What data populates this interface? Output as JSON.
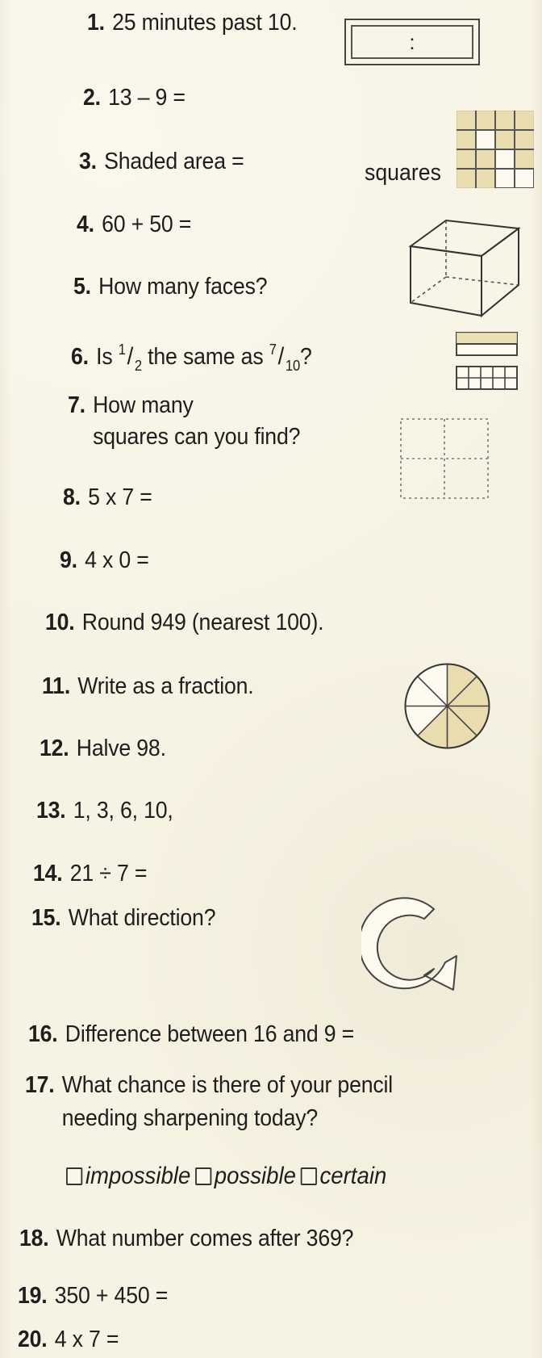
{
  "questions": [
    {
      "num": "1.",
      "text": "25 minutes past 10."
    },
    {
      "num": "2.",
      "text": "13 – 9 ="
    },
    {
      "num": "3.",
      "text": "Shaded area ="
    },
    {
      "num": "4.",
      "text": "60 + 50 ="
    },
    {
      "num": "5.",
      "text": "How many faces?"
    },
    {
      "num": "6.",
      "text_pre": "Is",
      "sup1": "1",
      "sub1": "2",
      "text_mid": "the same as",
      "sup2": "7",
      "sub2": "10",
      "text_post": "?"
    },
    {
      "num": "7.",
      "line1": "How many",
      "line2": "squares can you find?"
    },
    {
      "num": "8.",
      "text": "5 x 7 ="
    },
    {
      "num": "9.",
      "text": "4 x 0 ="
    },
    {
      "num": "10.",
      "text": "Round 949 (nearest 100)."
    },
    {
      "num": "11.",
      "text": "Write as a fraction."
    },
    {
      "num": "12.",
      "text": "Halve 98."
    },
    {
      "num": "13.",
      "text": "1, 3, 6, 10,"
    },
    {
      "num": "14.",
      "text": "21 ÷ 7 ="
    },
    {
      "num": "15.",
      "text": "What direction?"
    },
    {
      "num": "16.",
      "text": "Difference between 16 and 9 ="
    },
    {
      "num": "17.",
      "line1": "What chance is there of your pencil",
      "line2": "needing sharpening today?"
    },
    {
      "num": "18.",
      "text": "What number comes after 369?"
    },
    {
      "num": "19.",
      "text": "350 + 450 ="
    },
    {
      "num": "20.",
      "text": "4 x 7 ="
    }
  ],
  "squares_label": "squares",
  "clock_colon": ":",
  "choices": [
    "impossible",
    "possible",
    "certain"
  ]
}
